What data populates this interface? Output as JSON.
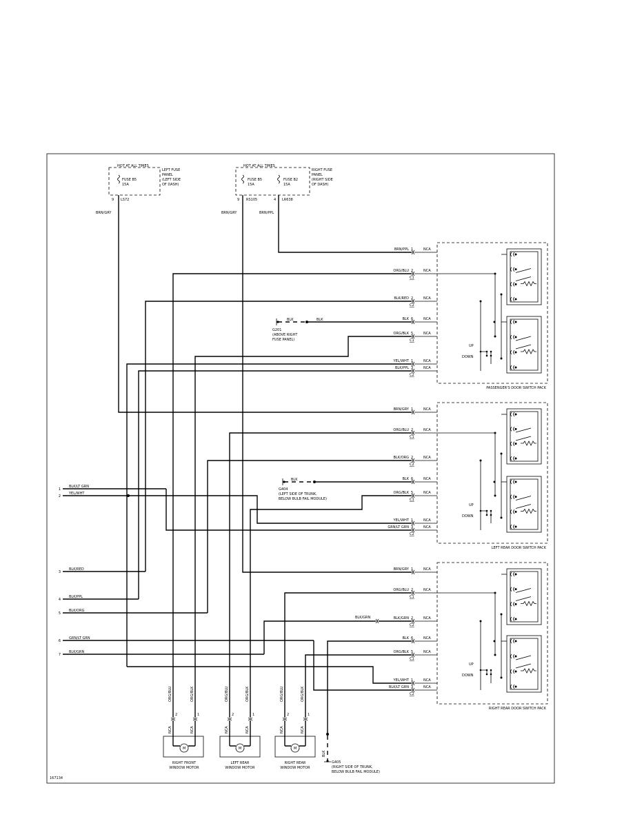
{
  "fuse_left": {
    "hot": "HOT AT ALL TIMES",
    "fuse": "FUSE B5",
    "amp": "15A",
    "panel": [
      "LEFT FUSE",
      "PANEL",
      "(LEFT SIDE",
      "OF DASH)"
    ],
    "pin": "9",
    "conn": "LS72",
    "wire": "BRN/GRY"
  },
  "fuse_right": {
    "hot": "HOT AT ALL TIMES",
    "fuse1": "FUSE B5",
    "amp1": "15A",
    "fuse2": "FUSE B2",
    "amp2": "15A",
    "panel": [
      "RIGHT FUSE",
      "PANEL",
      "(RIGHT SIDE",
      "OF DASH)"
    ],
    "pin1": "9",
    "conn1": "RS105",
    "pin2": "4",
    "conn2": "LR638",
    "wire1": "BRN/GRY",
    "wire2": "BRN/PPL"
  },
  "packs": [
    {
      "title": "PASSENGER'S DOOR SWITCH PACK",
      "rows": [
        {
          "wire": "BRN/PPL",
          "pin": "1",
          "code": "NCA",
          "conn": ""
        },
        {
          "wire": "ORG/BLU",
          "pin": "2",
          "code": "NCA",
          "conn": "C1"
        },
        {
          "wire": "BLK/RED",
          "pin": "2",
          "code": "NCA",
          "conn": "C2"
        },
        {
          "wire": "BLK",
          "pin": "6",
          "code": "NCA",
          "conn": ""
        },
        {
          "wire": "ORG/BLK",
          "pin": "5",
          "code": "NCA",
          "conn": "C1"
        },
        {
          "wire": "YEL/WHT",
          "pin": "1",
          "code": "NCA",
          "conn": ""
        },
        {
          "wire": "BLK/PPL",
          "pin": "3",
          "code": "NCA",
          "conn": "C2"
        }
      ],
      "up": "UP",
      "down": "DOWN"
    },
    {
      "title": "LEFT REAR DOOR SWITCH PACK",
      "rows": [
        {
          "wire": "BRN/GRY",
          "pin": "1",
          "code": "NCA",
          "conn": ""
        },
        {
          "wire": "ORG/BLU",
          "pin": "2",
          "code": "NCA",
          "conn": "C1"
        },
        {
          "wire": "BLK/ORG",
          "pin": "2",
          "code": "NCA",
          "conn": "C2"
        },
        {
          "wire": "BLK",
          "pin": "6",
          "code": "NCA",
          "conn": ""
        },
        {
          "wire": "ORG/BLK",
          "pin": "5",
          "code": "NCA",
          "conn": "C1"
        },
        {
          "wire": "YEL/WHT",
          "pin": "1",
          "code": "NCA",
          "conn": ""
        },
        {
          "wire": "GRN/LT GRN",
          "pin": "3",
          "code": "NCA",
          "conn": "C2"
        }
      ],
      "up": "UP",
      "down": "DOWN"
    },
    {
      "title": "RIGHT REAR DOOR SWITCH PACK",
      "rows": [
        {
          "wire": "BRN/GRY",
          "pin": "1",
          "code": "NCA",
          "conn": ""
        },
        {
          "wire": "ORG/BLU",
          "pin": "2",
          "code": "NCA",
          "conn": "C1"
        },
        {
          "wire": "BLK/GRN",
          "pin": "2",
          "code": "NCA",
          "conn": "C2"
        },
        {
          "wire": "BLK",
          "pin": "6",
          "code": "NCA",
          "conn": ""
        },
        {
          "wire": "ORG/BLK",
          "pin": "5",
          "code": "NCA",
          "conn": "C1"
        },
        {
          "wire": "YEL/WHT",
          "pin": "1",
          "code": "NCA",
          "conn": ""
        },
        {
          "wire": "BLK/LT GRN",
          "pin": "3",
          "code": "NCA",
          "conn": "C2"
        }
      ],
      "up": "UP",
      "down": "DOWN"
    }
  ],
  "grounds": [
    {
      "wire": "BLK",
      "wire2": "BLK",
      "name": "G201",
      "desc": [
        "(ABOVE RIGHT",
        "FUSE PANEL)"
      ]
    },
    {
      "wire": "BLK",
      "name": "G404",
      "desc": [
        "(LEFT SIDE OF TRUNK,",
        "BELOW BULB FAIL MODULE)"
      ]
    },
    {
      "wire": "BLK",
      "name": "G405",
      "desc": [
        "(RIGHT SIDE OF TRUNK,",
        "BELOW BULB FAIL MODULE)"
      ]
    }
  ],
  "left_terminals": [
    {
      "pin": "1",
      "wire": "BLK/LT GRN"
    },
    {
      "pin": "2",
      "wire": "YEL/WHT"
    },
    {
      "pin": "3",
      "wire": "BLK/RED"
    },
    {
      "pin": "4",
      "wire": "BLK/PPL"
    },
    {
      "pin": "5",
      "wire": "BLK/ORG"
    },
    {
      "pin": "6",
      "wire": "GRN/LT GRN"
    },
    {
      "pin": "7",
      "wire": "BLK/GRN"
    }
  ],
  "blk_grn_inline": "BLK/GRN",
  "motors": [
    {
      "name": [
        "RIGHT FRONT",
        "WINDOW MOTOR"
      ],
      "wire1": "ORG/BLU",
      "wire2": "ORG/BLK",
      "pin1": "2",
      "pin2": "1",
      "code": "NCA",
      "symbol": "M"
    },
    {
      "name": [
        "LEFT REAR",
        "WINDOW MOTOR"
      ],
      "wire1": "ORG/BLU",
      "wire2": "ORG/BLK",
      "pin1": "2",
      "pin2": "1",
      "code": "NCA",
      "symbol": "M"
    },
    {
      "name": [
        "RIGHT REAR",
        "WINDOW MOTOR"
      ],
      "wire1": "ORG/BLU",
      "wire2": "ORG/BLK",
      "pin1": "2",
      "pin2": "1",
      "code": "NCA",
      "symbol": "M"
    }
  ],
  "figure_id": "167134"
}
